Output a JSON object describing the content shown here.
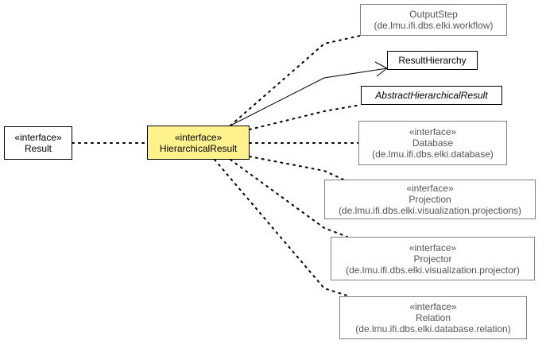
{
  "diagram": {
    "colors": {
      "focus_fill": "#fff18c",
      "dim_border": "#808080",
      "dim_text": "#555555",
      "line": "#000000"
    },
    "result": {
      "stereotype": "«interface»",
      "name": "Result"
    },
    "hierarchical_result": {
      "stereotype": "«interface»",
      "name": "HierarchicalResult"
    },
    "output_step": {
      "name": "OutputStep",
      "package": "(de.lmu.ifi.dbs.elki.workflow)"
    },
    "result_hierarchy": {
      "name": "ResultHierarchy"
    },
    "abstract_hierarchical_result": {
      "name": "AbstractHierarchicalResult"
    },
    "database": {
      "stereotype": "«interface»",
      "name": "Database",
      "package": "(de.lmu.ifi.dbs.elki.database)"
    },
    "projection": {
      "stereotype": "«interface»",
      "name": "Projection",
      "package": "(de.lmu.ifi.dbs.elki.visualization.projections)"
    },
    "projector": {
      "stereotype": "«interface»",
      "name": "Projector",
      "package": "(de.lmu.ifi.dbs.elki.visualization.projector)"
    },
    "relation": {
      "stereotype": "«interface»",
      "name": "Relation",
      "package": "(de.lmu.ifi.dbs.elki.database.relation)"
    }
  }
}
